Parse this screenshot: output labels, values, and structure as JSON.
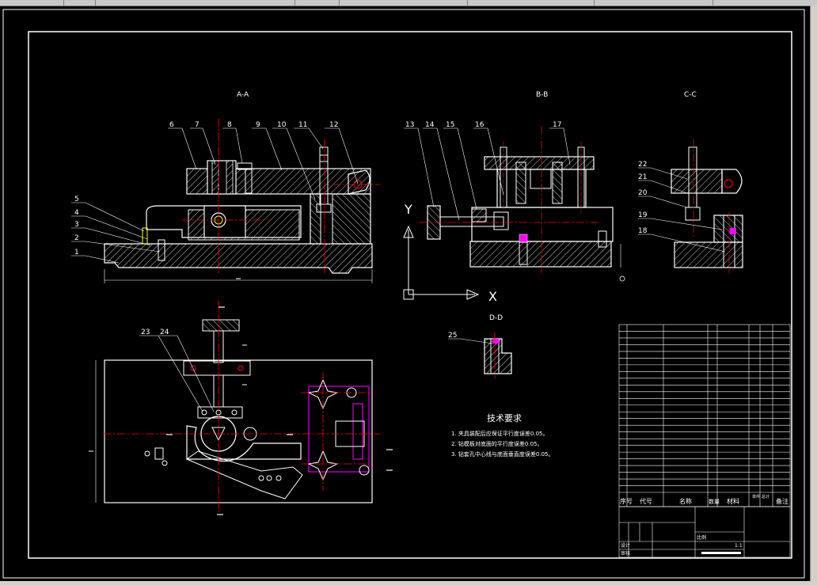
{
  "toolbar": {
    "tabs": [
      "",
      "",
      "",
      "",
      "",
      "",
      "",
      ""
    ],
    "right_button": ""
  },
  "views": {
    "section_aa": "A-A",
    "section_bb": "B-B",
    "section_cc": "C-C",
    "section_dd": "D-D"
  },
  "axes": {
    "y": "Y",
    "x": "X"
  },
  "balloons_aa": [
    "6",
    "7",
    "8",
    "9",
    "10",
    "11",
    "12"
  ],
  "balloons_bb": [
    "13",
    "14",
    "15",
    "16",
    "17"
  ],
  "balloons_cc": [
    "22",
    "21",
    "20",
    "19",
    "18"
  ],
  "balloons_left": [
    "5",
    "4",
    "3",
    "2",
    "1"
  ],
  "balloons_plan": [
    "23",
    "24"
  ],
  "balloon_dd": "25",
  "tech_req": {
    "title": "技术要求",
    "lines": [
      "1. 夹具装配后应保证平行度误差0.05。",
      "2. 钻模板对底面的平行度误差0.05。",
      "3. 钻套孔中心线与底面垂直度误差0.05。"
    ]
  },
  "bom": {
    "header": [
      "序号",
      "代号",
      "名称",
      "数量",
      "材料",
      "单件",
      "总计",
      "备注"
    ],
    "row_count": 25
  },
  "title_block": {
    "designer": "设计",
    "checker": "审核",
    "scale": "比例",
    "scale_value": "1:1"
  },
  "colors": {
    "outline": "#ffffff",
    "center": "#ff0000",
    "hatch": "#ffffff",
    "cyan": "#00ffff",
    "magenta": "#ff00ff",
    "yellow": "#ffff00"
  }
}
